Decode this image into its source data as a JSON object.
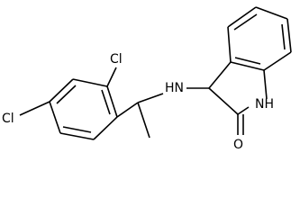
{
  "molecule": {
    "atom_labels": {
      "cl_top": "Cl",
      "cl_left": "Cl",
      "amine": "HN",
      "lactam_nh": "NH",
      "carbonyl_o": "O"
    },
    "colors": {
      "bond": "#000000",
      "label": "#000000",
      "background": "#ffffff"
    }
  }
}
